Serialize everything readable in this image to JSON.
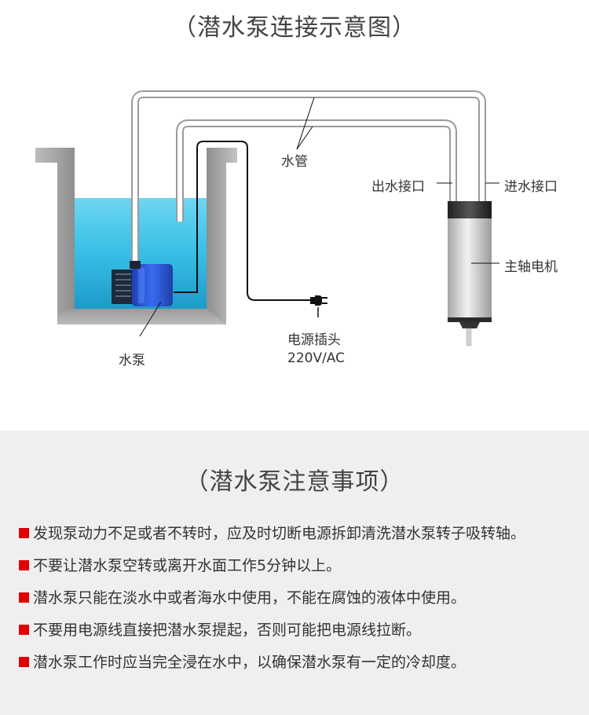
{
  "diagram": {
    "title": "（潜水泵连接示意图）",
    "labels": {
      "pipe": "水管",
      "outlet": "出水接口",
      "inlet": "进水接口",
      "motor": "主轴电机",
      "pump": "水泵",
      "plug": "电源插头",
      "voltage": "220V/AC"
    }
  },
  "notes": {
    "title": "（潜水泵注意事项）",
    "items": [
      "发现泵动力不足或者不转时，应及时切断电源拆卸清洗潜水泵转子吸转轴。",
      "不要让潜水泵空转或离开水面工作5分钟以上。",
      "潜水泵只能在淡水中或者海水中使用，不能在腐蚀的液体中使用。",
      "不要用电源线直接把潜水泵提起，否则可能把电源线拉断。",
      "潜水泵工作时应当完全浸在水中，以确保潜水泵有一定的冷却度。"
    ]
  },
  "colors": {
    "water": "#3cc2e8",
    "pump": "#2b55d8",
    "bullet": "#e00000",
    "tank": "#a9a9a9",
    "background_bottom": "#efefef"
  }
}
